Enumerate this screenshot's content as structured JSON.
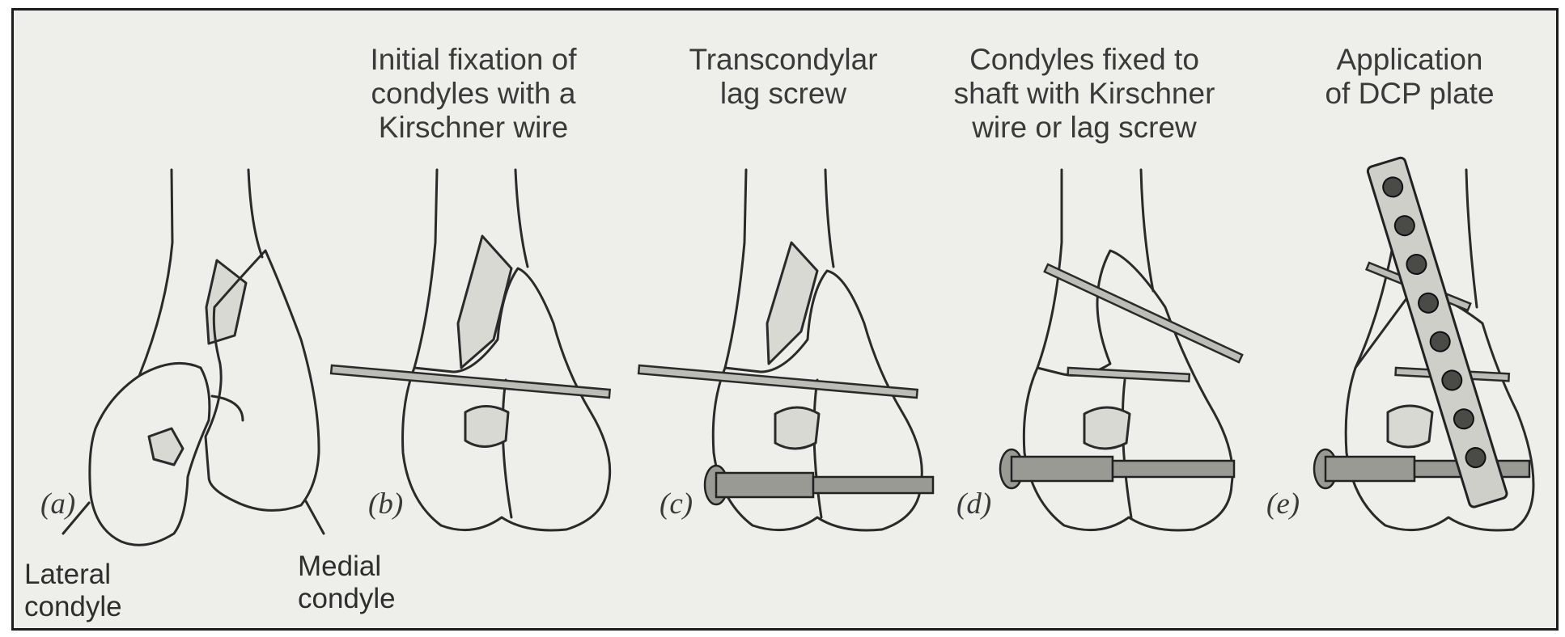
{
  "panels": [
    {
      "label": "(a)",
      "caption": []
    },
    {
      "label": "(b)",
      "caption": [
        "Initial fixation of",
        "condyles with a",
        "Kirschner wire"
      ]
    },
    {
      "label": "(c)",
      "caption": [
        "Transcondylar",
        "lag screw"
      ]
    },
    {
      "label": "(d)",
      "caption": [
        "Condyles fixed to",
        "shaft with Kirschner",
        "wire or lag screw"
      ]
    },
    {
      "label": "(e)",
      "caption": [
        "Application",
        "of DCP plate"
      ]
    }
  ],
  "annotations": {
    "lateral": [
      "Lateral",
      "condyle"
    ],
    "medial": [
      "Medial",
      "condyle"
    ]
  },
  "colors": {
    "ink": "#2a2a2a",
    "paper": "#eeeeeb"
  }
}
